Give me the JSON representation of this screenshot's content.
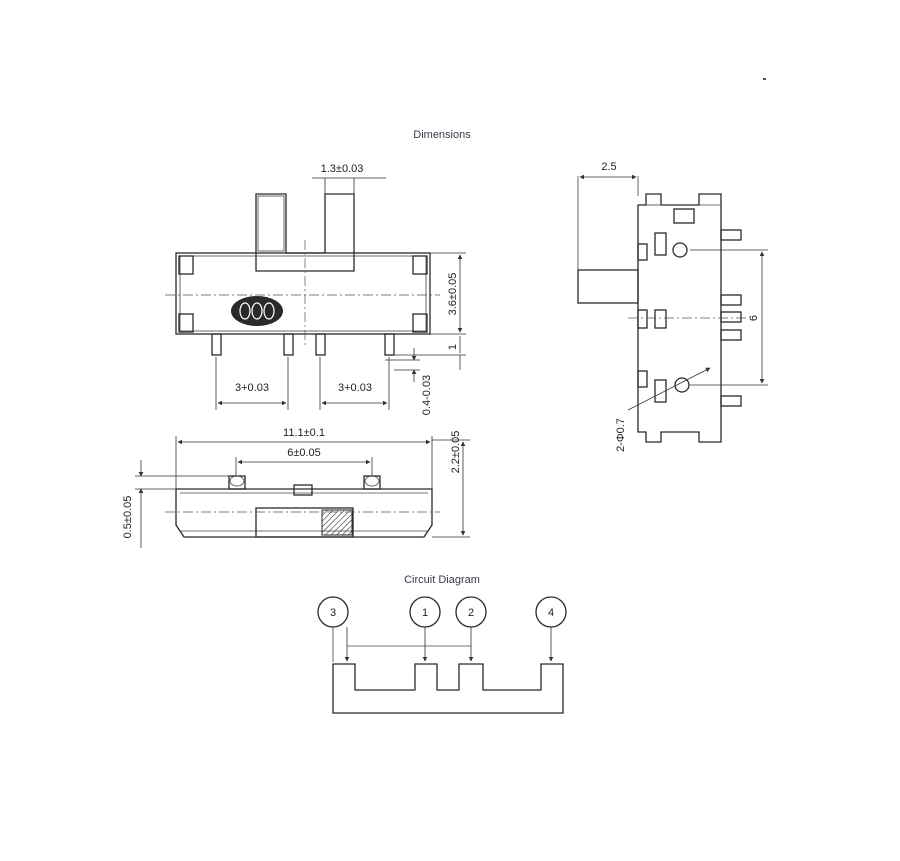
{
  "titles": {
    "dimensions": "Dimensions",
    "circuit": "Circuit Diagram"
  },
  "front_view": {
    "actuator_width": "1.3±0.03",
    "height": "3.6±0.05",
    "pin_below": "1",
    "pitch_left": "3+0.03",
    "pitch_right": "3+0.03",
    "pin_thickness": "0.4-0.03"
  },
  "side_view": {
    "actuator_depth": "2.5",
    "pin_span": "6",
    "hole_diameter": "2-Φ0.7"
  },
  "bottom_view": {
    "length": "11.1±0.1",
    "pad_pitch": "6±0.05",
    "total_height": "2.2±0.05",
    "base_height": "0.5±0.05"
  },
  "circuit_diagram": {
    "pins": [
      "3",
      "1",
      "2",
      "4"
    ]
  }
}
